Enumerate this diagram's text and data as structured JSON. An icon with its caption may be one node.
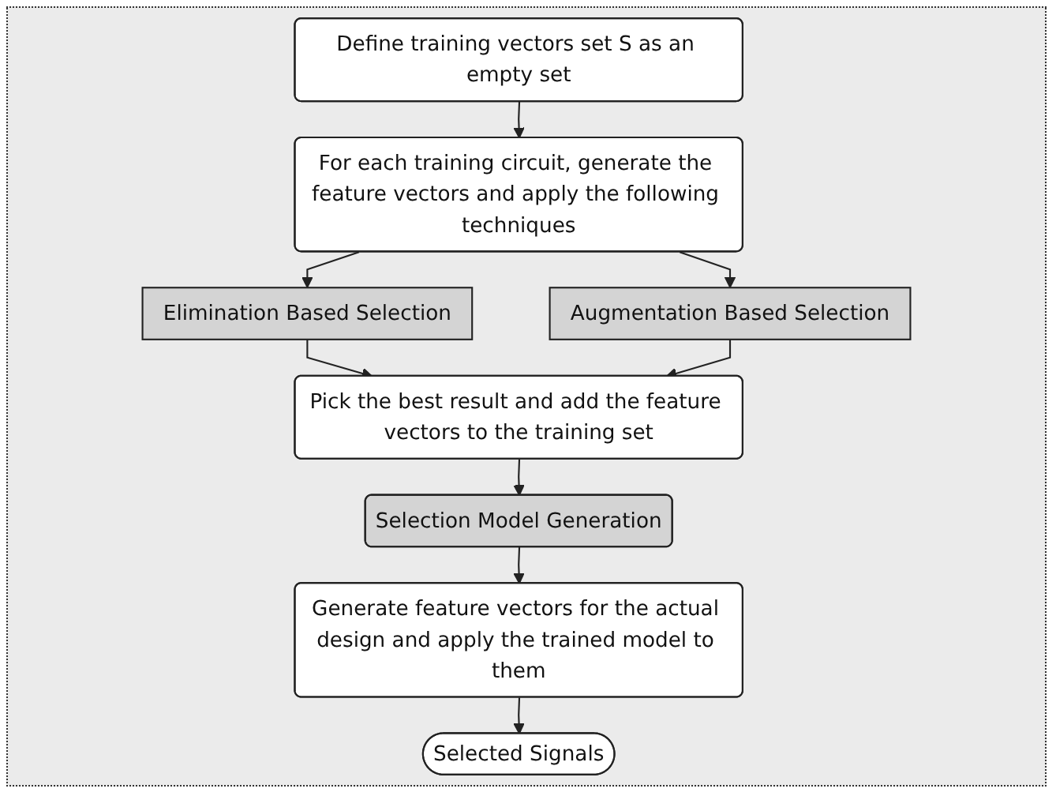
{
  "diagram": {
    "nodes": [
      {
        "text": [
          "Define training vectors set S as an empty set"
        ]
      },
      {
        "text": [
          "For each training circuit, generate the feature vectors and apply the following techniques"
        ]
      },
      {
        "text": [
          "Elimination Based Selection"
        ]
      },
      {
        "text": [
          "Augmentation Based Selection"
        ]
      },
      {
        "text": [
          "Pick the best result and add the feature vectors to the training set"
        ]
      },
      {
        "text": [
          "Selection Model Generation"
        ]
      },
      {
        "text": [
          "Generate feature vectors for the actual design and apply the trained model to them"
        ]
      },
      {
        "text": [
          "Selected Signals"
        ]
      }
    ],
    "edges": [
      {
        "from": 0,
        "to": 1,
        "arrow": "to"
      },
      {
        "from": 1,
        "to": 2,
        "arrow": "to"
      },
      {
        "from": 1,
        "to": 3,
        "arrow": "to"
      },
      {
        "from": 2,
        "to": 4,
        "arrow": "to"
      },
      {
        "from": 3,
        "to": 4,
        "arrow": "to"
      },
      {
        "from": 4,
        "to": 5,
        "arrow": "to"
      },
      {
        "from": 5,
        "to": 6,
        "arrow": "to"
      },
      {
        "from": 6,
        "to": 7,
        "arrow": "to"
      }
    ]
  }
}
